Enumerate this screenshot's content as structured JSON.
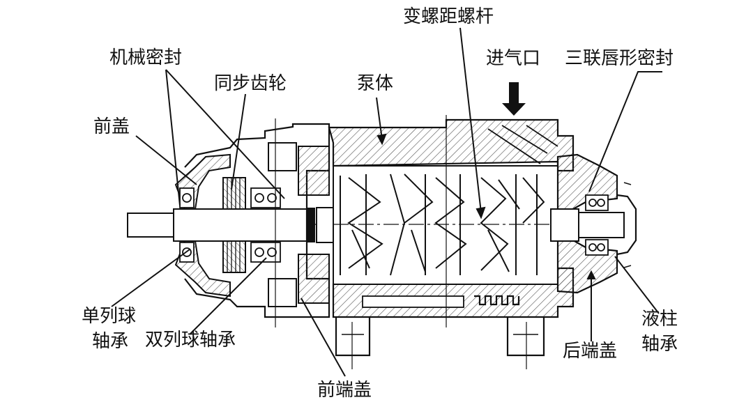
{
  "labels": {
    "variable_pitch_screw": "变螺距螺杆",
    "mechanical_seal": "机械密封",
    "inlet": "进气口",
    "triple_lip_seal": "三联唇形密封",
    "timing_gear": "同步齿轮",
    "pump_body": "泵体",
    "front_cover": "前盖",
    "single_row_bearing_1": "单列球",
    "single_row_bearing_2": "轴承",
    "double_row_bearing": "双列球轴承",
    "front_end_cover": "前端盖",
    "rear_end_cover": "后端盖",
    "liquid_column_bearing_1": "液柱",
    "liquid_column_bearing_2": "轴承"
  },
  "colors": {
    "line": "#111111",
    "hatch": "#555555",
    "background": "#ffffff"
  }
}
